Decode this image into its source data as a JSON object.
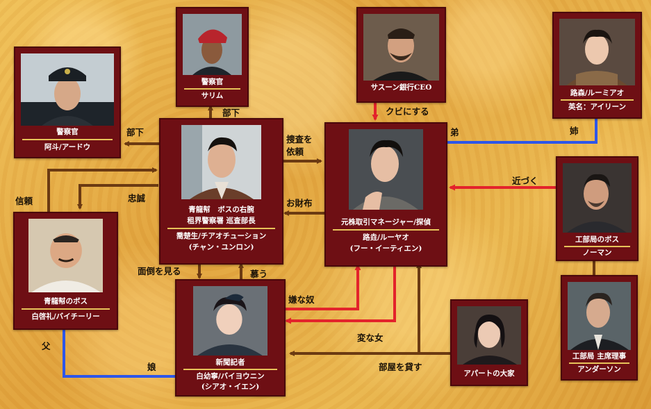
{
  "characters": {
    "police_ado": {
      "line1": "警察官",
      "line2": "阿斗/アードウ"
    },
    "police_sarim": {
      "line1": "警察官",
      "line2": "サリム"
    },
    "bank_ceo": {
      "line1": "サスーン銀行CEO"
    },
    "lu_sen": {
      "line1": "路森/ルーミアオ",
      "line2": "英名：アイリーン"
    },
    "qiao_chusheng": {
      "line1": "青龍幇　ボスの右腕",
      "line2": "租界警察署 巡査部長",
      "line3": "喬楚生/チアオチューション",
      "line4": "(チャン・ユンロン)"
    },
    "lu_yao": {
      "line1": "元株取引マネージャー/探偵",
      "line2": "路垚/ルーヤオ",
      "line3": "(フー・イーティエン)"
    },
    "norman": {
      "line1": "工部局のボス",
      "line2": "ノーマン"
    },
    "bai_qili": {
      "line1": "青龍幇のボス",
      "line2": "白啓礼/バイチーリー"
    },
    "bai_youning": {
      "line1": "新聞記者",
      "line2": "白幼寧/バイヨウニン",
      "line3": "(シアオ・イエン)"
    },
    "landlady": {
      "line1": "アパートの大家"
    },
    "anderson": {
      "line1": "工部局 主席理事",
      "line2": "アンダーソン"
    }
  },
  "relations": {
    "subordinate_sarim": "部下",
    "subordinate_ado": "部下",
    "investigation": "捜査を",
    "request": "依頼",
    "fire": "クビにする",
    "younger_brother": "弟",
    "older_sister": "姉",
    "approach": "近づく",
    "trust": "信頼",
    "loyalty": "忠誠",
    "wallet": "お財布",
    "take_care": "面倒を見る",
    "admire": "慕う",
    "hateful_guy": "嫌な奴",
    "strange_woman": "変な女",
    "rent_room": "部屋を貸す",
    "father": "父",
    "daughter": "娘"
  },
  "colors": {
    "card": "#6e0f14",
    "brown_arrow": "#6b3a12",
    "red_arrow": "#e3232b",
    "blue_line": "#2e56e8",
    "rule": "#e7c35a"
  }
}
